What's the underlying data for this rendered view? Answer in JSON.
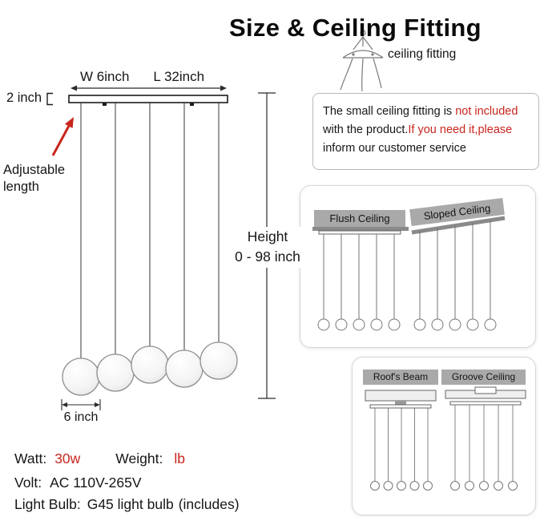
{
  "title": "Size & Ceiling Fitting",
  "colors": {
    "accent_red": "#c8251d",
    "label_gray_bg": "#a9a9a9",
    "text": "#161616"
  },
  "diagram": {
    "width_label": "W 6inch",
    "length_label": "L 32inch",
    "canopy_height_label": "2 inch",
    "adjustable_line1": "Adjustable",
    "adjustable_line2": "length",
    "height_label": "Height",
    "height_range": "0 - 98 inch",
    "globe_size_label": "6 inch"
  },
  "ceiling_fitting": {
    "label": "ceiling fitting"
  },
  "note": {
    "l1_black": "The small ceiling fitting is ",
    "l1_red": "not included",
    "l2_black": "with the product.",
    "l2_red": "If you need it,please",
    "l3": "inform our customer service"
  },
  "cards": {
    "flush_label": "Flush Ceiling",
    "sloped_label": "Sloped Ceiling",
    "beam_label": "Roof's Beam",
    "groove_label": "Groove Ceiling"
  },
  "specs": {
    "watt_label": "Watt:",
    "watt_value": "30w",
    "weight_label": "Weight:",
    "weight_value": "lb",
    "volt_label": "Volt:",
    "volt_value": "AC 110V-265V",
    "bulb_label": "Light Bulb:",
    "bulb_value": "G45 light bulb",
    "bulb_note": "(includes)"
  }
}
